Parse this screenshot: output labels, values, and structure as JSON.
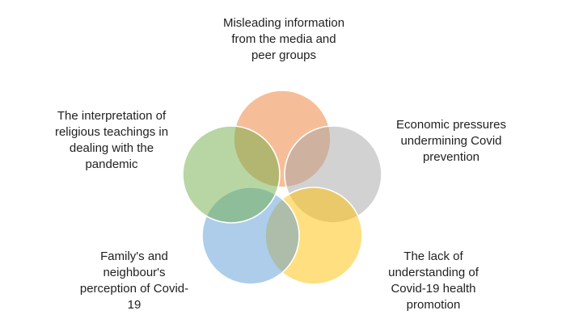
{
  "canvas": {
    "background_color": "#FFFFFF",
    "text_color": "#1F1F1F"
  },
  "diagram": {
    "type": "venn",
    "description": "Five overlapping translucent circles arranged in a pentagon (SmartArt-style basic Venn), each with an external text label",
    "outline_color": "#FFFFFF",
    "fill_opacity": 0.5,
    "items": [
      {
        "id": "misleading-media",
        "position": "top",
        "color": "#ED7D31",
        "label": "Misleading information\nfrom the media and\npeer groups"
      },
      {
        "id": "economic-pressures",
        "position": "upper-right",
        "color": "#A5A5A5",
        "label": "Economic pressures\nundermining Covid\nprevention"
      },
      {
        "id": "lack-of-understanding",
        "position": "lower-right",
        "color": "#FFC000",
        "label": "The lack of\nunderstanding of\nCovid-19 health\npromotion"
      },
      {
        "id": "family-perception",
        "position": "lower-left",
        "color": "#5B9BD5",
        "label": "Family's and\nneighbour's\nperception of Covid-\n19"
      },
      {
        "id": "religious-teachings",
        "position": "upper-left",
        "color": "#70AD47",
        "label": "The interpretation of\nreligious teachings in\ndealing with the\npandemic"
      }
    ]
  }
}
